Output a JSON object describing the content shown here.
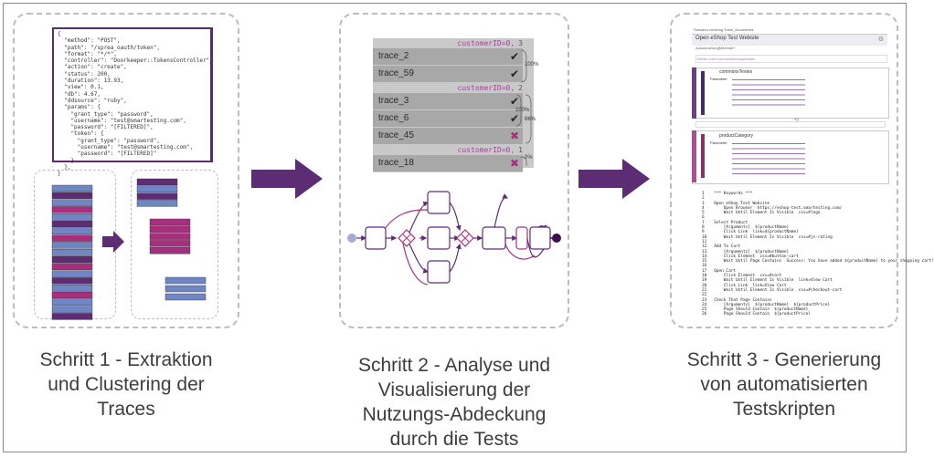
{
  "steps": [
    {
      "caption_line1": "Schritt 1 - Extraktion",
      "caption_line2": "und Clustering der",
      "caption_line3": "Traces"
    },
    {
      "caption_line1": "Schritt 2 - Analyse und",
      "caption_line2": "Visualisierung der",
      "caption_line3": "Nutzungs-Abdeckung",
      "caption_line4": "durch die Tests"
    },
    {
      "caption_line1": "Schritt 3 - Generierung",
      "caption_line2": "von automatisierten",
      "caption_line3": "Testskripten"
    }
  ],
  "json_log": "{\n  \"method\": \"POST\",\n  \"path\": \"/sprea_oauth/token\",\n  \"format\": \"*/*\",\n  \"controller\": \"Doorkeeper::TokensController\",\n  \"action\": \"create\",\n  \"status\": 200,\n  \"duration\": 13.93,\n  \"view\": 0.1,\n  \"db\": 4.67,\n  \"ddsource\": \"ruby\",\n  \"params\": {\n    \"grant_type\": \"password\",\n    \"username\": \"test@smartesting.com\",\n    \"password\": \"[FILTERED]\",\n    \"token\": {\n      \"grant_type\": \"password\",\n      \"username\": \"test@smartesting.com\",\n      \"password\": \"[FILTERED]\"\n    }\n  },\n}",
  "trace_groups": [
    {
      "header": "customerID=0,",
      "count": "3",
      "traces": [
        {
          "label": "trace_2",
          "mark": "check"
        },
        {
          "label": "trace_59",
          "mark": "check"
        }
      ],
      "pct": "100%"
    },
    {
      "header": "customerID=0,",
      "count": "2",
      "traces": [
        {
          "label": "trace_3",
          "mark": "check"
        },
        {
          "label": "trace_6",
          "mark": "check"
        },
        {
          "label": "trace_45",
          "mark": "cross"
        }
      ],
      "pct": "100%",
      "pct2": "86%"
    },
    {
      "header": "customerID=0,",
      "count": "1",
      "traces": [
        {
          "label": "trace_18",
          "mark": "cross"
        }
      ],
      "pct": "0%"
    }
  ],
  "test_doc": {
    "header": "Scenario covering Trace_Id=covered",
    "title": "Open eShop Test Website",
    "subtitle": "AussonderungMerkmal?",
    "link1": "Weiter zum Kommentierungsfenster",
    "element1": "commonsTextes",
    "element2": "productCategory",
    "params_label": "Parameter"
  },
  "robot_script": "1    *** Keywords ***\n2\n3    Open eShop Test Website\n4        Open Browser  https://eshop-test.smartesting.com/\n5        Wait Until Element Is Visible  css=#logo\n6\n7    Select Product\n8        [Arguments]  ${productName}\n9        Click Link  link=${productName}\n10       Wait Until Element Is Visible  css=#js-rating\n11\n12   Add To Cart\n13       [Arguments]  ${productName}\n14       Click Element  css=#button-cart\n15       Wait Until Page Contains  Success: You have added ${productName} to your shopping cart!\n16\n17   Open Cart\n18       Click Element  css=#cart\n19       Wait Until Element Is Visible  link=View Cart\n20       Click Link  link=View Cart\n21       Wait Until Element Is Visible  css=#checkout-cart\n22\n23   Check That Page Contains\n24       [Arguments]  ${productName}  ${productPrice}\n25       Page Should Contain  ${productName}\n26       Page Should Contain  ${productPrice}",
  "colors": {
    "purple": "#5c2d75",
    "magenta": "#a6307e",
    "blue": "#6f86c4",
    "gray_border": "#bdbdbd"
  }
}
